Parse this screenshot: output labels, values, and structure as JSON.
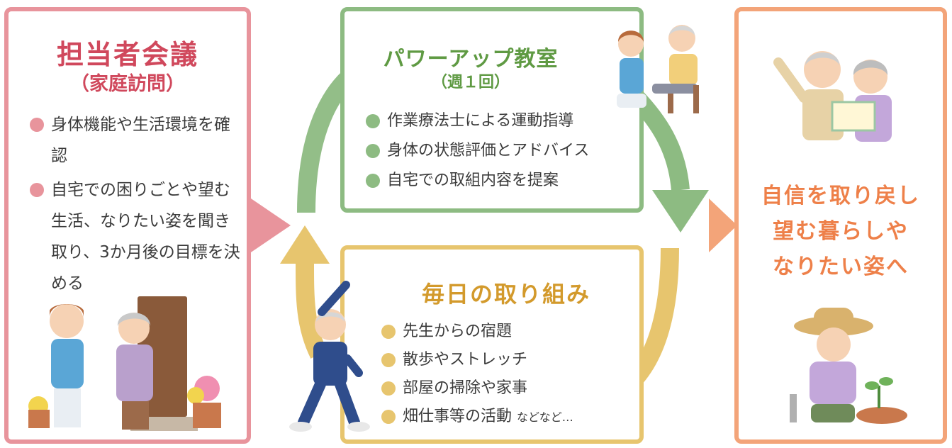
{
  "colors": {
    "pink": "#e8949c",
    "pink_text": "#d0485c",
    "green": "#8dbb82",
    "green_text": "#5f9a43",
    "yellow": "#e7c56e",
    "yellow_text": "#d39a2c",
    "orange": "#f3a479",
    "orange_text": "#ee8049"
  },
  "left_panel": {
    "title": "担当者会議",
    "subtitle": "（家庭訪問）",
    "bullets": [
      "身体機能や生活環境を確認",
      "自宅での困りごとや望む生活、なりたい姿を聞き取り、3か月後の目標を決める"
    ]
  },
  "green_panel": {
    "title": "パワーアップ教室",
    "subtitle": "（週１回）",
    "bullets": [
      "作業療法士による運動指導",
      "身体の状態評価とアドバイス",
      "自宅での取組内容を提案"
    ]
  },
  "yellow_panel": {
    "title": "毎日の取り組み",
    "bullets": [
      "先生からの宿題",
      "散歩やストレッチ",
      "部屋の掃除や家事",
      "畑仕事等の活動"
    ],
    "last_suffix": "などなど…"
  },
  "right_panel": {
    "lines": [
      "自信を取り戻し",
      "望む暮らしや",
      "なりたい姿へ"
    ]
  }
}
